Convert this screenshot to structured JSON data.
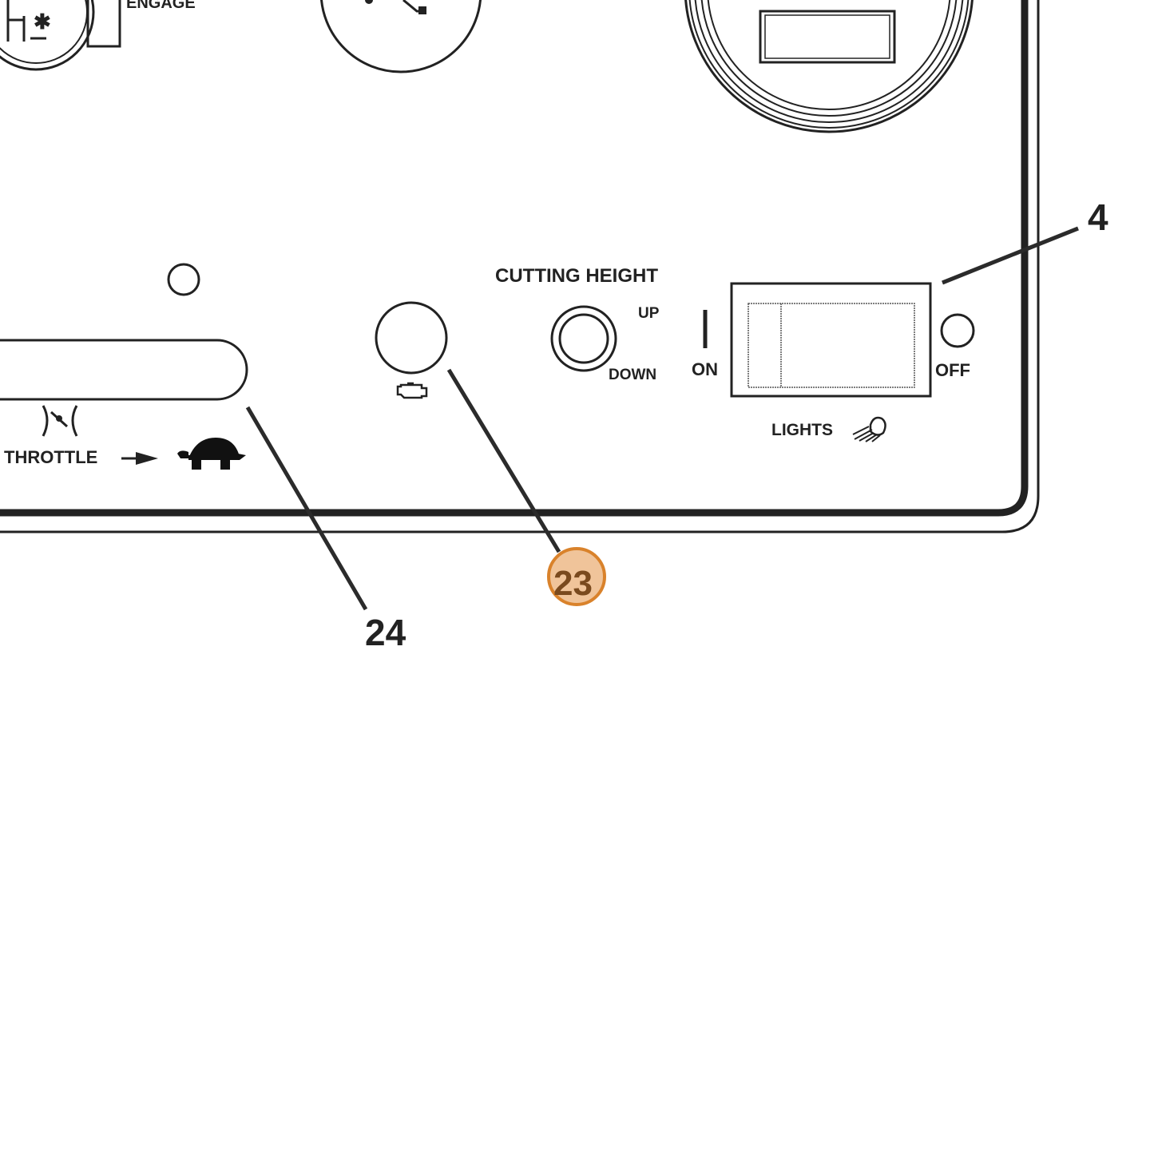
{
  "labels": {
    "engage": "ENGAGE",
    "cutting_height": "CUTTING HEIGHT",
    "up": "UP",
    "down": "DOWN",
    "on": "ON",
    "off": "OFF",
    "lights": "LIGHTS",
    "throttle": "THROTTLE"
  },
  "callouts": {
    "c4": "4",
    "c23": "23",
    "c24": "24"
  },
  "colors": {
    "line": "#222222",
    "highlight_fill": "#f0c49a",
    "highlight_stroke": "#d9822b"
  },
  "icons": [
    "pto-icon",
    "engine-icon",
    "check-engine-icon",
    "headlight-icon",
    "turtle-icon",
    "choke-icon"
  ]
}
